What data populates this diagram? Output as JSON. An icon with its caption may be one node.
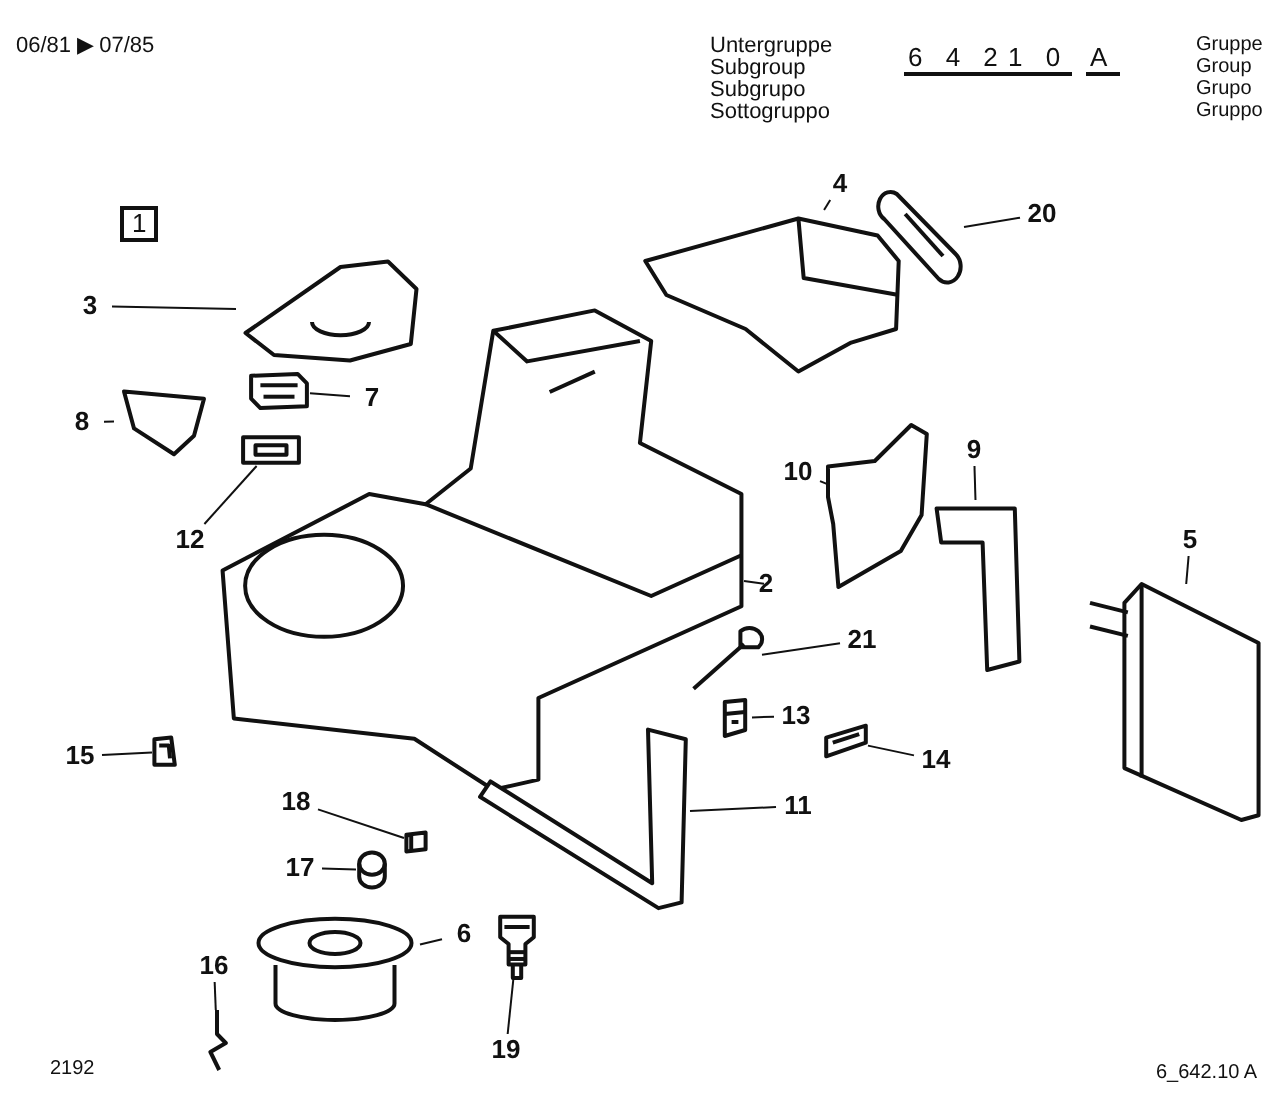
{
  "diagram": {
    "nodes": [
      {
        "text": [
          "2"
        ]
      },
      {
        "text": [
          "3"
        ]
      },
      {
        "text": [
          "4"
        ]
      },
      {
        "text": [
          "5"
        ]
      },
      {
        "text": [
          "6"
        ]
      },
      {
        "text": [
          "7"
        ]
      },
      {
        "text": [
          "8"
        ]
      },
      {
        "text": [
          "9"
        ]
      },
      {
        "text": [
          "10"
        ]
      },
      {
        "text": [
          "11"
        ]
      },
      {
        "text": [
          "12"
        ]
      },
      {
        "text": [
          "13"
        ]
      },
      {
        "text": [
          "14"
        ]
      },
      {
        "text": [
          "15"
        ]
      },
      {
        "text": [
          "16"
        ]
      },
      {
        "text": [
          "17"
        ]
      },
      {
        "text": [
          "18"
        ]
      },
      {
        "text": [
          "19"
        ]
      },
      {
        "text": [
          "20"
        ]
      },
      {
        "text": [
          "21"
        ]
      },
      {
        "text": [],
        "shape": "picture"
      },
      {
        "text": [],
        "shape": "picture"
      },
      {
        "text": [],
        "shape": "picture"
      },
      {
        "text": [],
        "shape": "picture"
      },
      {
        "text": [],
        "shape": "picture"
      },
      {
        "text": [],
        "shape": "picture"
      },
      {
        "text": [],
        "shape": "picture"
      },
      {
        "text": [],
        "shape": "picture"
      },
      {
        "text": [],
        "shape": "picture"
      },
      {
        "text": [],
        "shape": "picture"
      },
      {
        "text": [],
        "shape": "picture"
      },
      {
        "text": [],
        "shape": "picture"
      },
      {
        "text": [],
        "shape": "picture"
      },
      {
        "text": [],
        "shape": "picture"
      },
      {
        "text": [],
        "shape": "picture"
      },
      {
        "text": [],
        "shape": "picture"
      },
      {
        "text": [],
        "shape": "picture"
      },
      {
        "text": [],
        "shape": "picture"
      },
      {
        "text": [],
        "shape": "picture"
      },
      {
        "text": [],
        "shape": "picture"
      }
    ],
    "edges": [
      {
        "from": 0,
        "to": 20,
        "arrow": "none"
      },
      {
        "from": 1,
        "to": 21,
        "arrow": "none"
      },
      {
        "from": 2,
        "to": 22,
        "arrow": "none"
      },
      {
        "from": 3,
        "to": 23,
        "arrow": "none"
      },
      {
        "from": 4,
        "to": 24,
        "arrow": "none"
      },
      {
        "from": 5,
        "to": 25,
        "arrow": "none"
      },
      {
        "from": 6,
        "to": 26,
        "arrow": "none"
      },
      {
        "from": 7,
        "to": 27,
        "arrow": "none"
      },
      {
        "from": 8,
        "to": 28,
        "arrow": "none"
      },
      {
        "from": 9,
        "to": 29,
        "arrow": "none"
      },
      {
        "from": 10,
        "to": 30,
        "arrow": "none"
      },
      {
        "from": 11,
        "to": 31,
        "arrow": "none"
      },
      {
        "from": 12,
        "to": 32,
        "arrow": "none"
      },
      {
        "from": 13,
        "to": 33,
        "arrow": "none"
      },
      {
        "from": 14,
        "to": 34,
        "arrow": "none"
      },
      {
        "from": 15,
        "to": 35,
        "arrow": "none"
      },
      {
        "from": 16,
        "to": 36,
        "arrow": "none"
      },
      {
        "from": 17,
        "to": 37,
        "arrow": "none"
      },
      {
        "from": 18,
        "to": 38,
        "arrow": "none"
      },
      {
        "from": 19,
        "to": 39,
        "arrow": "none"
      }
    ],
    "labels": [
      "06/81 ▶ 07/85",
      "Untergruppe",
      "Subgroup",
      "Subgrupo",
      "Sottogruppo",
      "6 4 2",
      "1 0",
      "A",
      "Gruppe",
      "Group",
      "Grupo",
      "Gruppo",
      "1",
      "2192",
      "6_642.10 A"
    ]
  }
}
